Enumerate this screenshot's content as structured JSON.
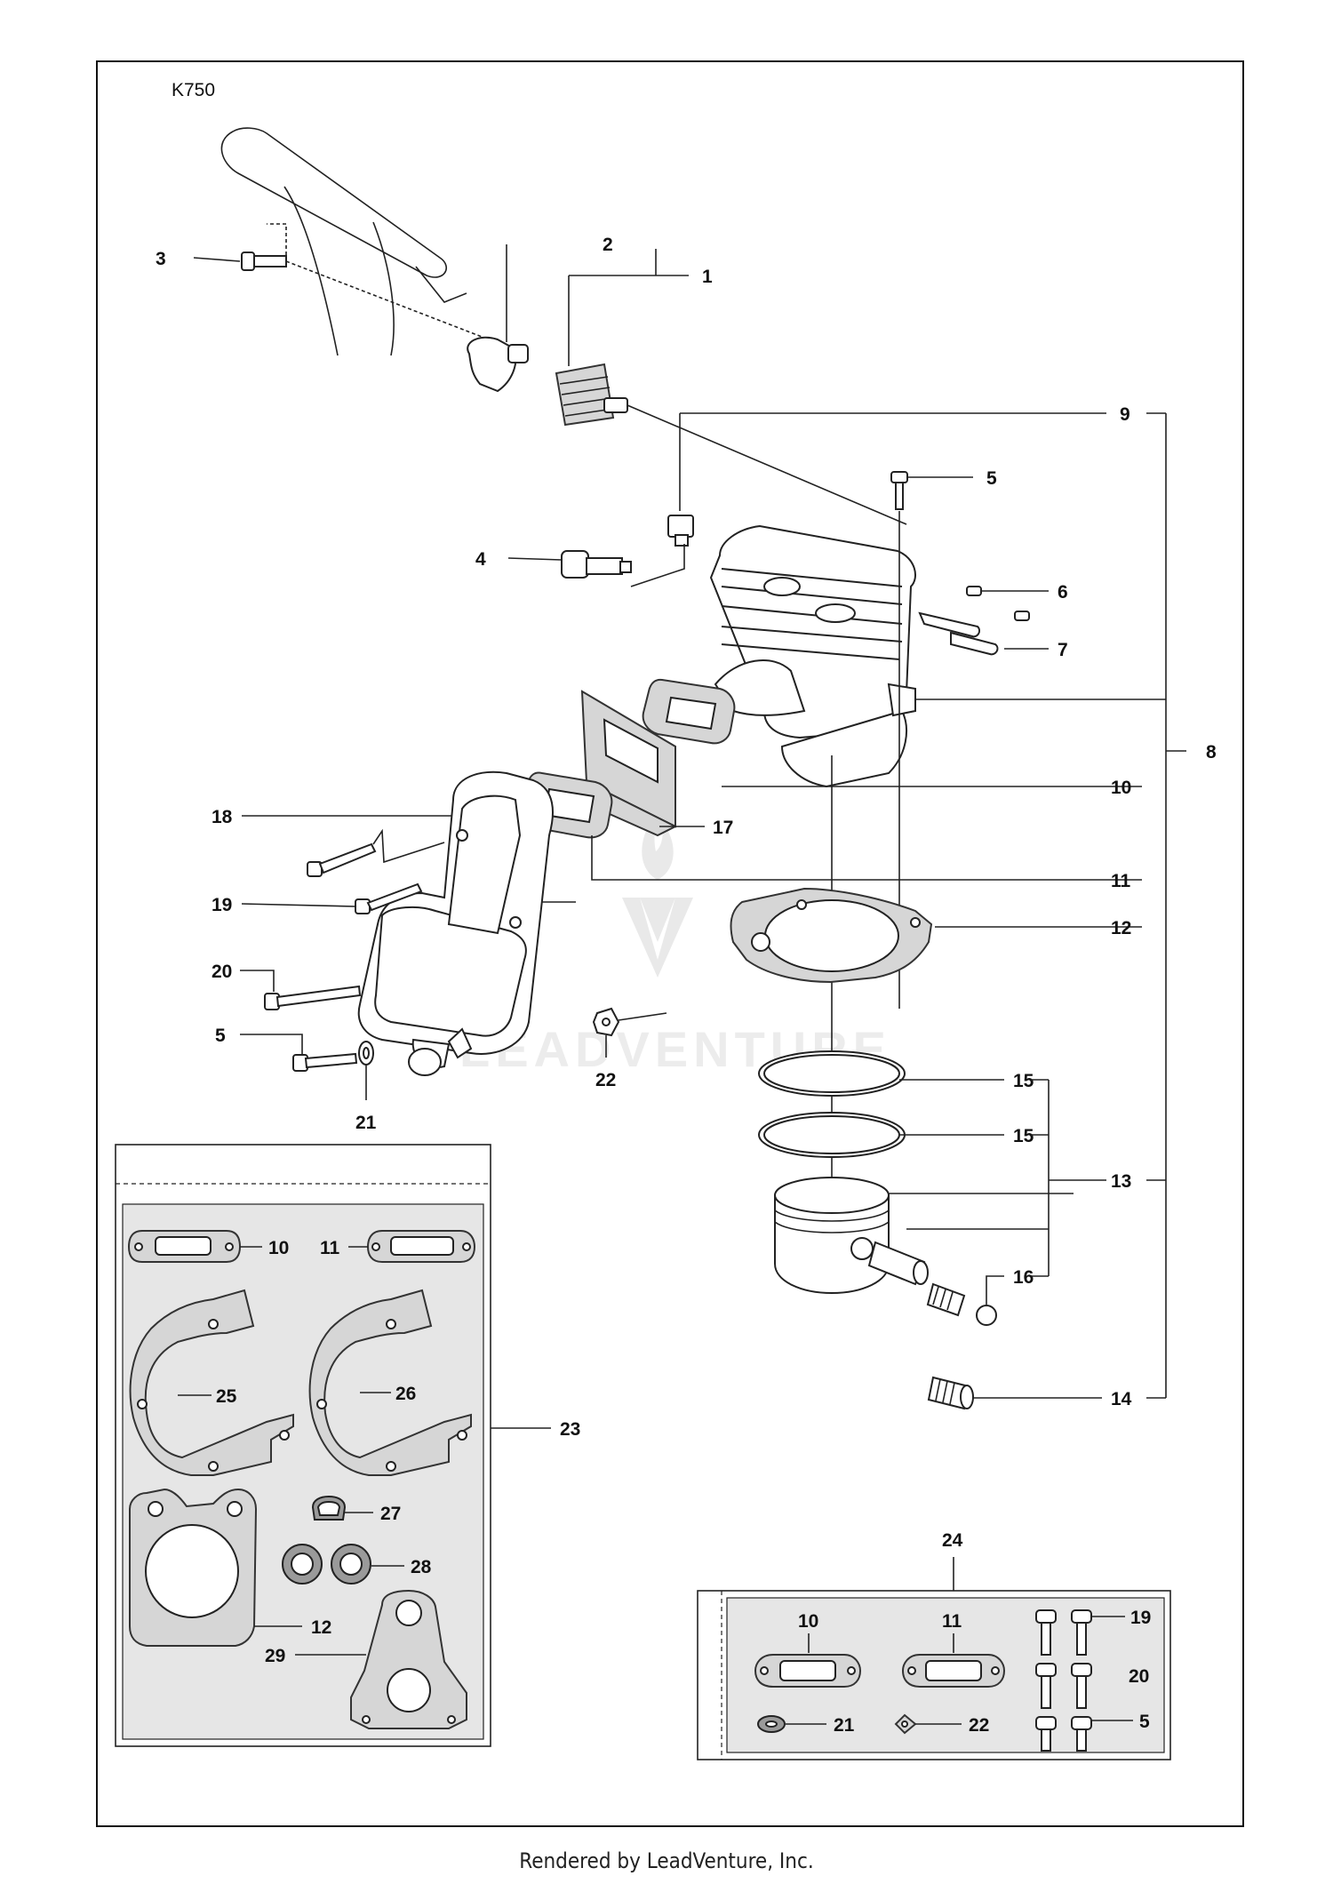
{
  "header": {
    "model": "K750"
  },
  "footer": {
    "text": "Rendered by LeadVenture, Inc."
  },
  "watermark": {
    "text": "LEADVENTURE"
  },
  "callouts": {
    "c1": "1",
    "c2": "2",
    "c3": "3",
    "c4": "4",
    "c5a": "5",
    "c6": "6",
    "c7": "7",
    "c8": "8",
    "c9": "9",
    "c10": "10",
    "c11": "11",
    "c12": "12",
    "c13": "13",
    "c14": "14",
    "c15a": "15",
    "c15b": "15",
    "c16": "16",
    "c17": "17",
    "c18": "18",
    "c19": "19",
    "c20": "20",
    "c5b": "5",
    "c21": "21",
    "c22": "22",
    "k10": "10",
    "k11": "11",
    "k25": "25",
    "k26": "26",
    "k23": "23",
    "k27": "27",
    "k28": "28",
    "k12": "12",
    "k29": "29",
    "s24": "24",
    "s10": "10",
    "s11": "11",
    "s19": "19",
    "s20": "20",
    "s5": "5",
    "s21": "21",
    "s22": "22"
  },
  "colors": {
    "line": "#222222",
    "gasket_fill": "#d6d6d6",
    "kit_bg": "#ffffff"
  }
}
